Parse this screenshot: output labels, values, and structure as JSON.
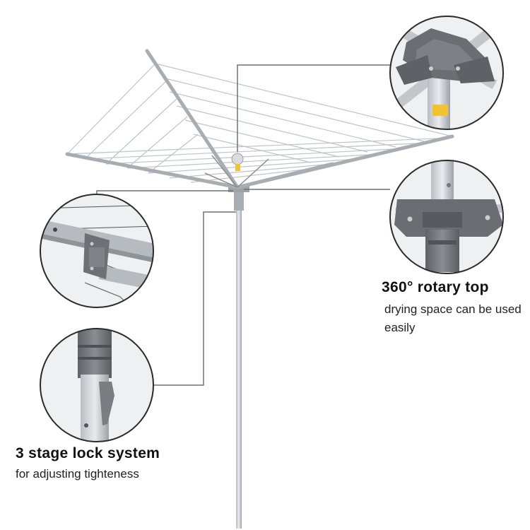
{
  "product": {
    "name": "Rotary washing line",
    "accent_color": "#9aa0a6",
    "connector_color": "#6e7175",
    "tag_color": "#f1c232"
  },
  "callouts": [
    {
      "id": "top-hub",
      "label": ""
    },
    {
      "id": "arm-bracket",
      "label": ""
    },
    {
      "id": "rotary-top",
      "title": "360° rotary top",
      "subtitle": "drying space can be used easily"
    },
    {
      "id": "lock-system",
      "title": "3 stage lock system",
      "subtitle": "for adjusting tighteness"
    }
  ]
}
